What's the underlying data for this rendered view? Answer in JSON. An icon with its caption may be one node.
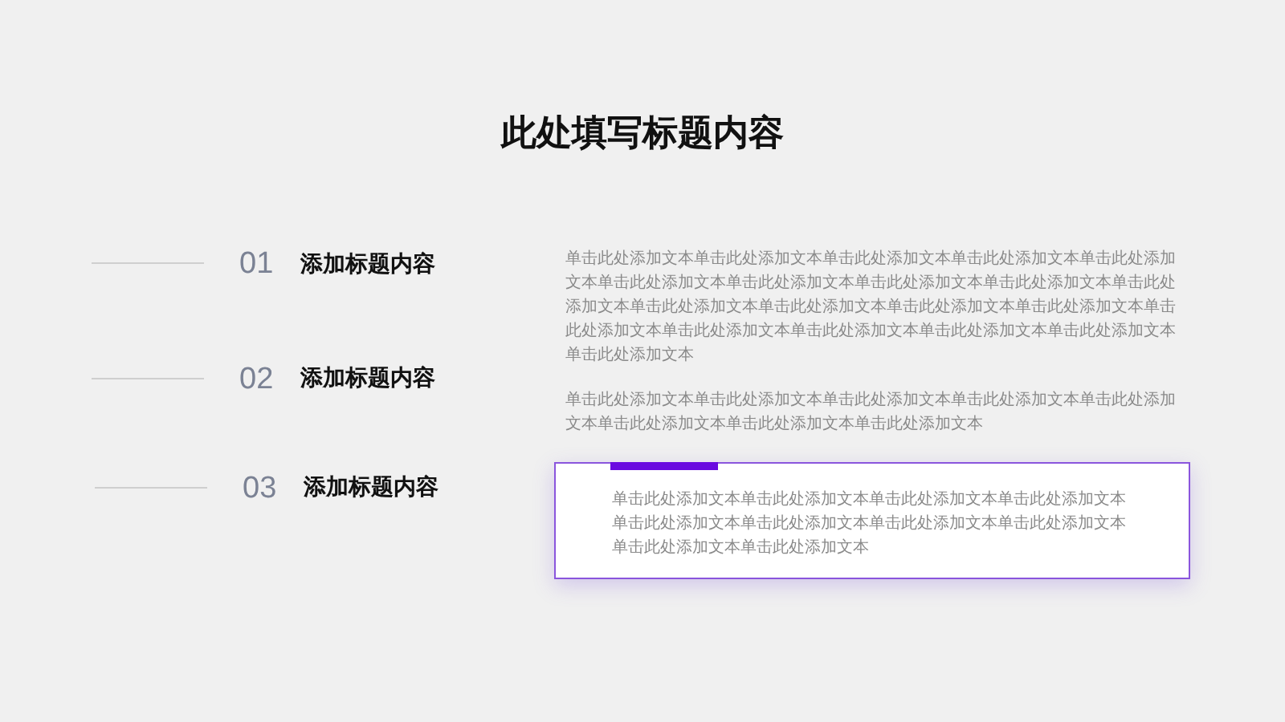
{
  "diagram": {
    "title": "此处填写标题内容",
    "nodes": [
      {
        "text": [
          "单击此处添加文本单击此处添加文本单击此处添加文本单击此处添加文本单击此处添加文本单击此处添加文本单击此处添加文本单击此处添加文本单击此处添加文本单击此处添加文本"
        ]
      }
    ],
    "labels": [
      "01",
      "添加标题内容",
      "单击此处添加文本单击此处添加文本单击此处添加文本单击此处添加文本单击此处添加文本单击此处添加文本单击此处添加文本单击此处添加文本单击此处添加文本单击此处添加文本单击此处添加文本单击此处添加文本单击此处添加文本单击此处添加文本单击此处添加文本单击此处添加文本单击此处添加文本单击此处添加文本单击此处添加文本单击此处添加文本",
      "02",
      "添加标题内容",
      "单击此处添加文本单击此处添加文本单击此处添加文本单击此处添加文本单击此处添加文本单击此处添加文本单击此处添加文本单击此处添加文本",
      "03",
      "添加标题内容"
    ]
  }
}
